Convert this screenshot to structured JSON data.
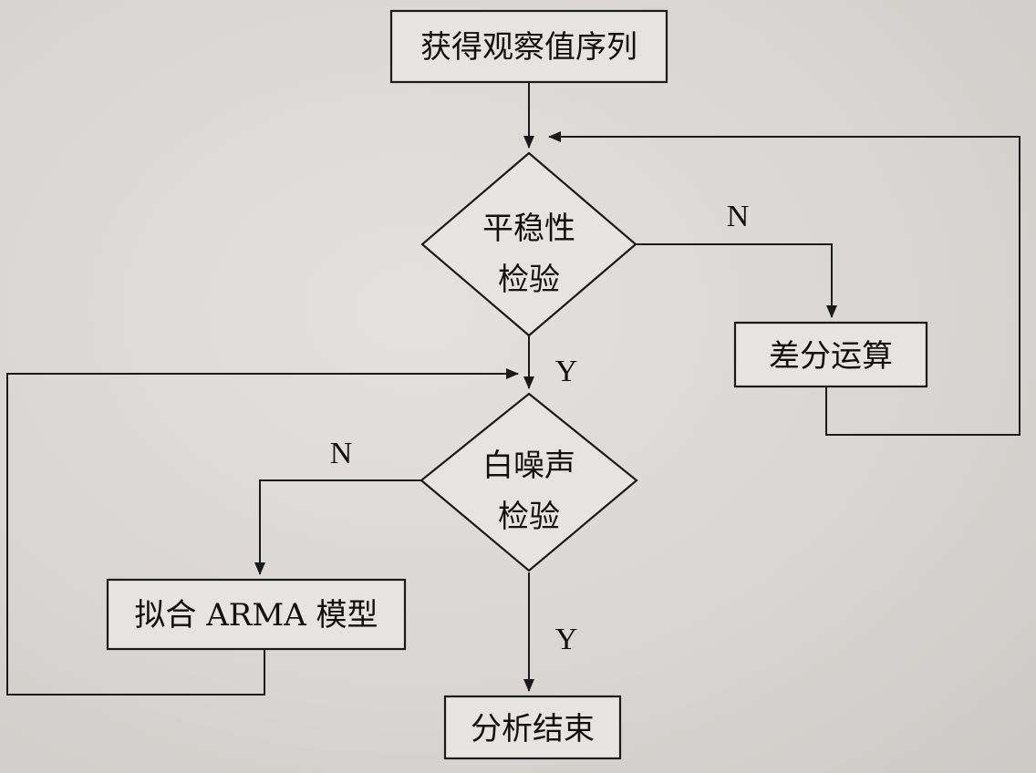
{
  "nodes": {
    "obtain": {
      "label": "获得观察值序列"
    },
    "stationarity": {
      "line1": "平稳性",
      "line2": "检验"
    },
    "diff": {
      "label": "差分运算"
    },
    "whitenoise": {
      "line1": "白噪声",
      "line2": "检验"
    },
    "arma": {
      "label": "拟合 ARMA 模型"
    },
    "end": {
      "label": "分析结束"
    }
  },
  "edges": {
    "stationarity_no": "N",
    "stationarity_yes": "Y",
    "whitenoise_no": "N",
    "whitenoise_yes": "Y"
  }
}
